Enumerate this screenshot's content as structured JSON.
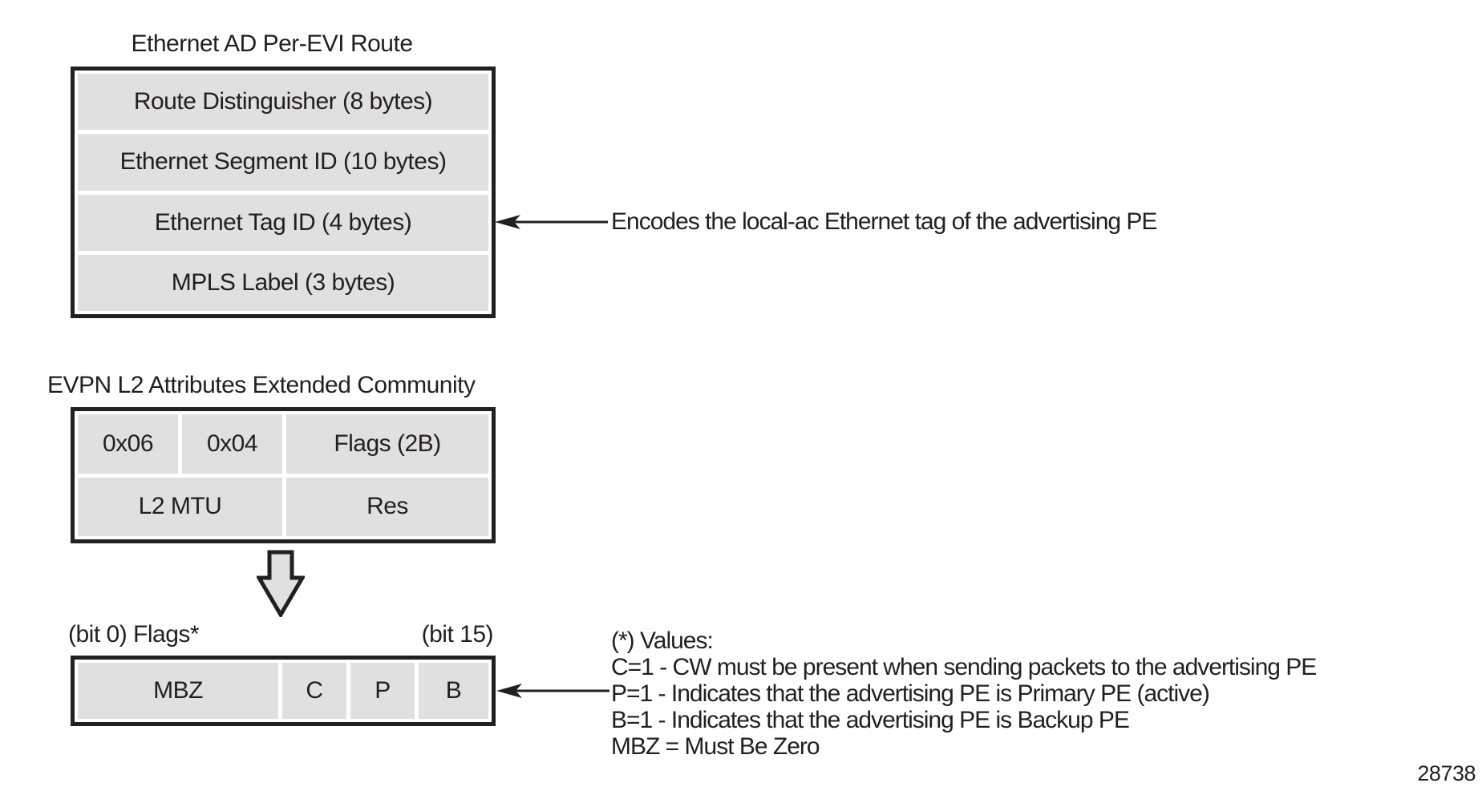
{
  "figure_number": "28738",
  "colors": {
    "cell_fill": "#e0e0e0",
    "ink": "#231f20",
    "background": "#ffffff"
  },
  "route_box": {
    "title": "Ethernet AD Per-EVI Route",
    "rows": [
      "Route Distinguisher (8 bytes)",
      "Ethernet Segment ID (10 bytes)",
      "Ethernet Tag ID (4 bytes)",
      "MPLS Label (3 bytes)"
    ],
    "annotation": "Encodes the local-ac Ethernet tag of the advertising PE"
  },
  "community_box": {
    "title": "EVPN L2 Attributes Extended Community",
    "row1": [
      "0x06",
      "0x04",
      "Flags (2B)"
    ],
    "row2": [
      "L2 MTU",
      "Res"
    ]
  },
  "flags_box": {
    "bit0_label": "(bit 0) Flags*",
    "bit15_label": "(bit 15)",
    "cells": [
      "MBZ",
      "C",
      "P",
      "B"
    ],
    "values_note": [
      "(*) Values:",
      "C=1 - CW must be present when sending packets to the advertising PE",
      "P=1 - Indicates that the advertising PE is Primary PE (active)",
      "B=1 - Indicates that the advertising PE is Backup PE",
      "MBZ = Must Be Zero"
    ]
  },
  "icons": {
    "left_arrow": "left-arrow",
    "down_arrow": "down-block-arrow"
  }
}
